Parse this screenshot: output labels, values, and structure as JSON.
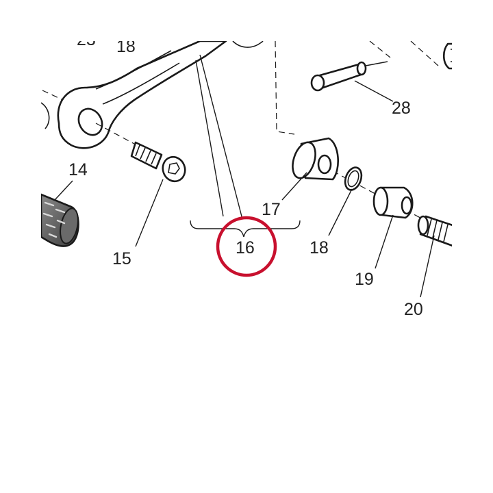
{
  "diagram": {
    "callouts": {
      "c18_top": "18",
      "c14": "14",
      "c15": "15",
      "c16": "16",
      "c17": "17",
      "c18": "18",
      "c19": "19",
      "c20": "20",
      "c28": "28"
    },
    "highlight_color": "#c8102e",
    "line_color": "#1a1a1a",
    "grip_color": "#555555"
  }
}
